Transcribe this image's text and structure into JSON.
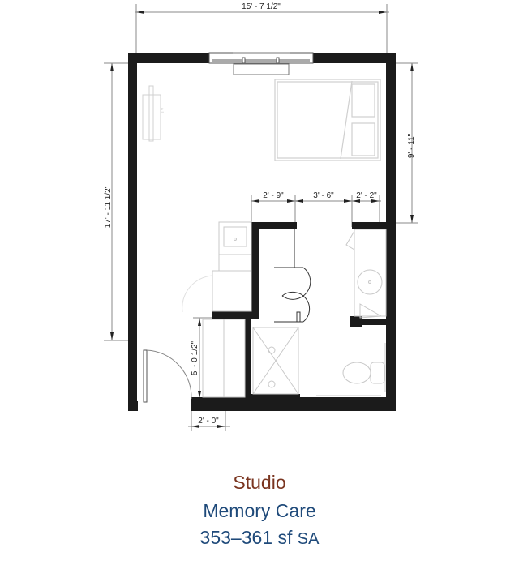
{
  "floor_plan": {
    "unit_type": "Studio",
    "program": "Memory Care",
    "area": {
      "range": "353–361",
      "unit": "sf",
      "suffix": "SA"
    },
    "dimensions": {
      "overall_width": "15' - 7 1/2\"",
      "overall_depth": "17' - 11 1/2\"",
      "bedroom_depth": "9' - 11\"",
      "closet_width": "2' - 9\"",
      "bath_opening": "3' - 6\"",
      "vanity_width": "2' - 2\"",
      "entry_wall": "5' - 0 1/2\"",
      "entry_jamb": "2' - 0\""
    },
    "fixtures": [
      "window",
      "bed",
      "tv",
      "kitchenette-sink",
      "refrigerator",
      "closet",
      "shower",
      "toilet",
      "lavatory",
      "entry-door",
      "bath-door"
    ],
    "colors": {
      "wall": "#1b1b1b",
      "fixture": "#c8c8c8",
      "dimension": "#8a8a8a",
      "title": "#7a3520",
      "subtitle": "#1f4a7a"
    }
  }
}
